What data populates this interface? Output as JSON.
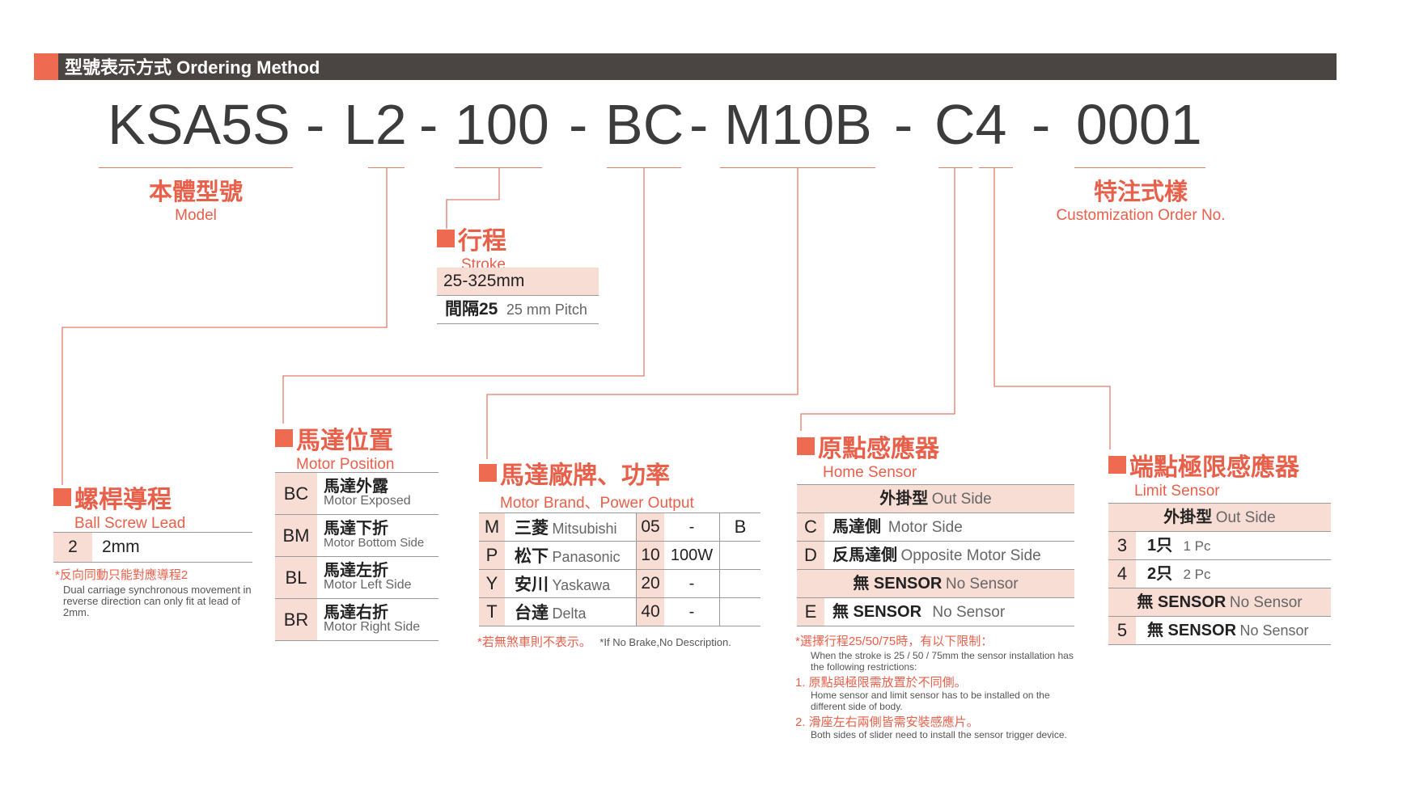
{
  "header": {
    "title": "型號表示方式 Ordering Method"
  },
  "model_code": {
    "parts": [
      "KSA5S",
      "L2",
      "100",
      "BC",
      "M10B",
      "C4",
      "0001"
    ],
    "separator": "-"
  },
  "model": {
    "cn": "本體型號",
    "en": "Model"
  },
  "custom": {
    "cn": "特注式樣",
    "en": "Customization Order No."
  },
  "stroke": {
    "cn": "行程",
    "en": "Stroke",
    "range": "25-325mm",
    "pitch_cn": "間隔25",
    "pitch_en": "25 mm Pitch"
  },
  "lead": {
    "cn": "螺桿導程",
    "en": "Ball Screw Lead",
    "rows": [
      {
        "code": "2",
        "value": "2mm"
      }
    ],
    "note_cn": "*反向同動只能對應導程2",
    "note_en": "Dual carriage synchronous movement in reverse direction can only fit at lead of 2mm."
  },
  "motor_position": {
    "cn": "馬達位置",
    "en": "Motor Position",
    "rows": [
      {
        "code": "BC",
        "cn": "馬達外露",
        "en": "Motor Exposed"
      },
      {
        "code": "BM",
        "cn": "馬達下折",
        "en": "Motor Bottom Side"
      },
      {
        "code": "BL",
        "cn": "馬達左折",
        "en": "Motor Left Side"
      },
      {
        "code": "BR",
        "cn": "馬達右折",
        "en": "Motor Right Side"
      }
    ]
  },
  "motor_brand": {
    "cn": "馬達廠牌、功率",
    "en": "Motor Brand、Power Output",
    "rows": [
      {
        "code": "M",
        "cn": "三菱",
        "en": "Mitsubishi",
        "num": "05",
        "power": "-",
        "brake": "B"
      },
      {
        "code": "P",
        "cn": "松下",
        "en": "Panasonic",
        "num": "10",
        "power": "100W",
        "brake": ""
      },
      {
        "code": "Y",
        "cn": "安川",
        "en": "Yaskawa",
        "num": "20",
        "power": "-",
        "brake": ""
      },
      {
        "code": "T",
        "cn": "台達",
        "en": "Delta",
        "num": "40",
        "power": "-",
        "brake": ""
      }
    ],
    "note_cn": "*若無煞車則不表示。",
    "note_en": "*If No Brake,No Description."
  },
  "home_sensor": {
    "cn": "原點感應器",
    "en": "Home Sensor",
    "group1": {
      "cn": "外掛型",
      "en": "Out Side"
    },
    "rows": [
      {
        "code": "C",
        "cn": "馬達側",
        "en": "Motor Side"
      },
      {
        "code": "D",
        "cn": "反馬達側",
        "en": "Opposite Motor Side"
      }
    ],
    "group2": {
      "cn": "無 SENSOR",
      "en": "No Sensor"
    },
    "row_e": {
      "code": "E",
      "cn": "無 SENSOR",
      "en": "No Sensor"
    },
    "notes": {
      "n0_cn": "*選擇行程25/50/75時，有以下限制：",
      "n0_en": "When the stroke is 25 / 50 / 75mm the sensor installation has the following restrictions:",
      "n1_cn": "1. 原點與極限需放置於不同側。",
      "n1_en": "Home sensor and limit sensor has to be installed on the different side of body.",
      "n2_cn": "2. 滑座左右兩側皆需安裝感應片。",
      "n2_en": "Both sides of slider need to install the sensor trigger device."
    }
  },
  "limit_sensor": {
    "cn": "端點極限感應器",
    "en": "Limit Sensor",
    "group1": {
      "cn": "外掛型",
      "en": "Out Side"
    },
    "rows": [
      {
        "code": "3",
        "cn": "1只",
        "en": "1 Pc"
      },
      {
        "code": "4",
        "cn": "2只",
        "en": "2 Pc"
      }
    ],
    "group2": {
      "cn": "無 SENSOR",
      "en": "No Sensor"
    },
    "row_5": {
      "code": "5",
      "cn": "無 SENSOR",
      "en": "No Sensor"
    }
  },
  "colors": {
    "accent": "#ee6a50",
    "header_bar": "#4a4442",
    "pink_row": "#f8ddd5",
    "text_red": "#e8604a"
  }
}
